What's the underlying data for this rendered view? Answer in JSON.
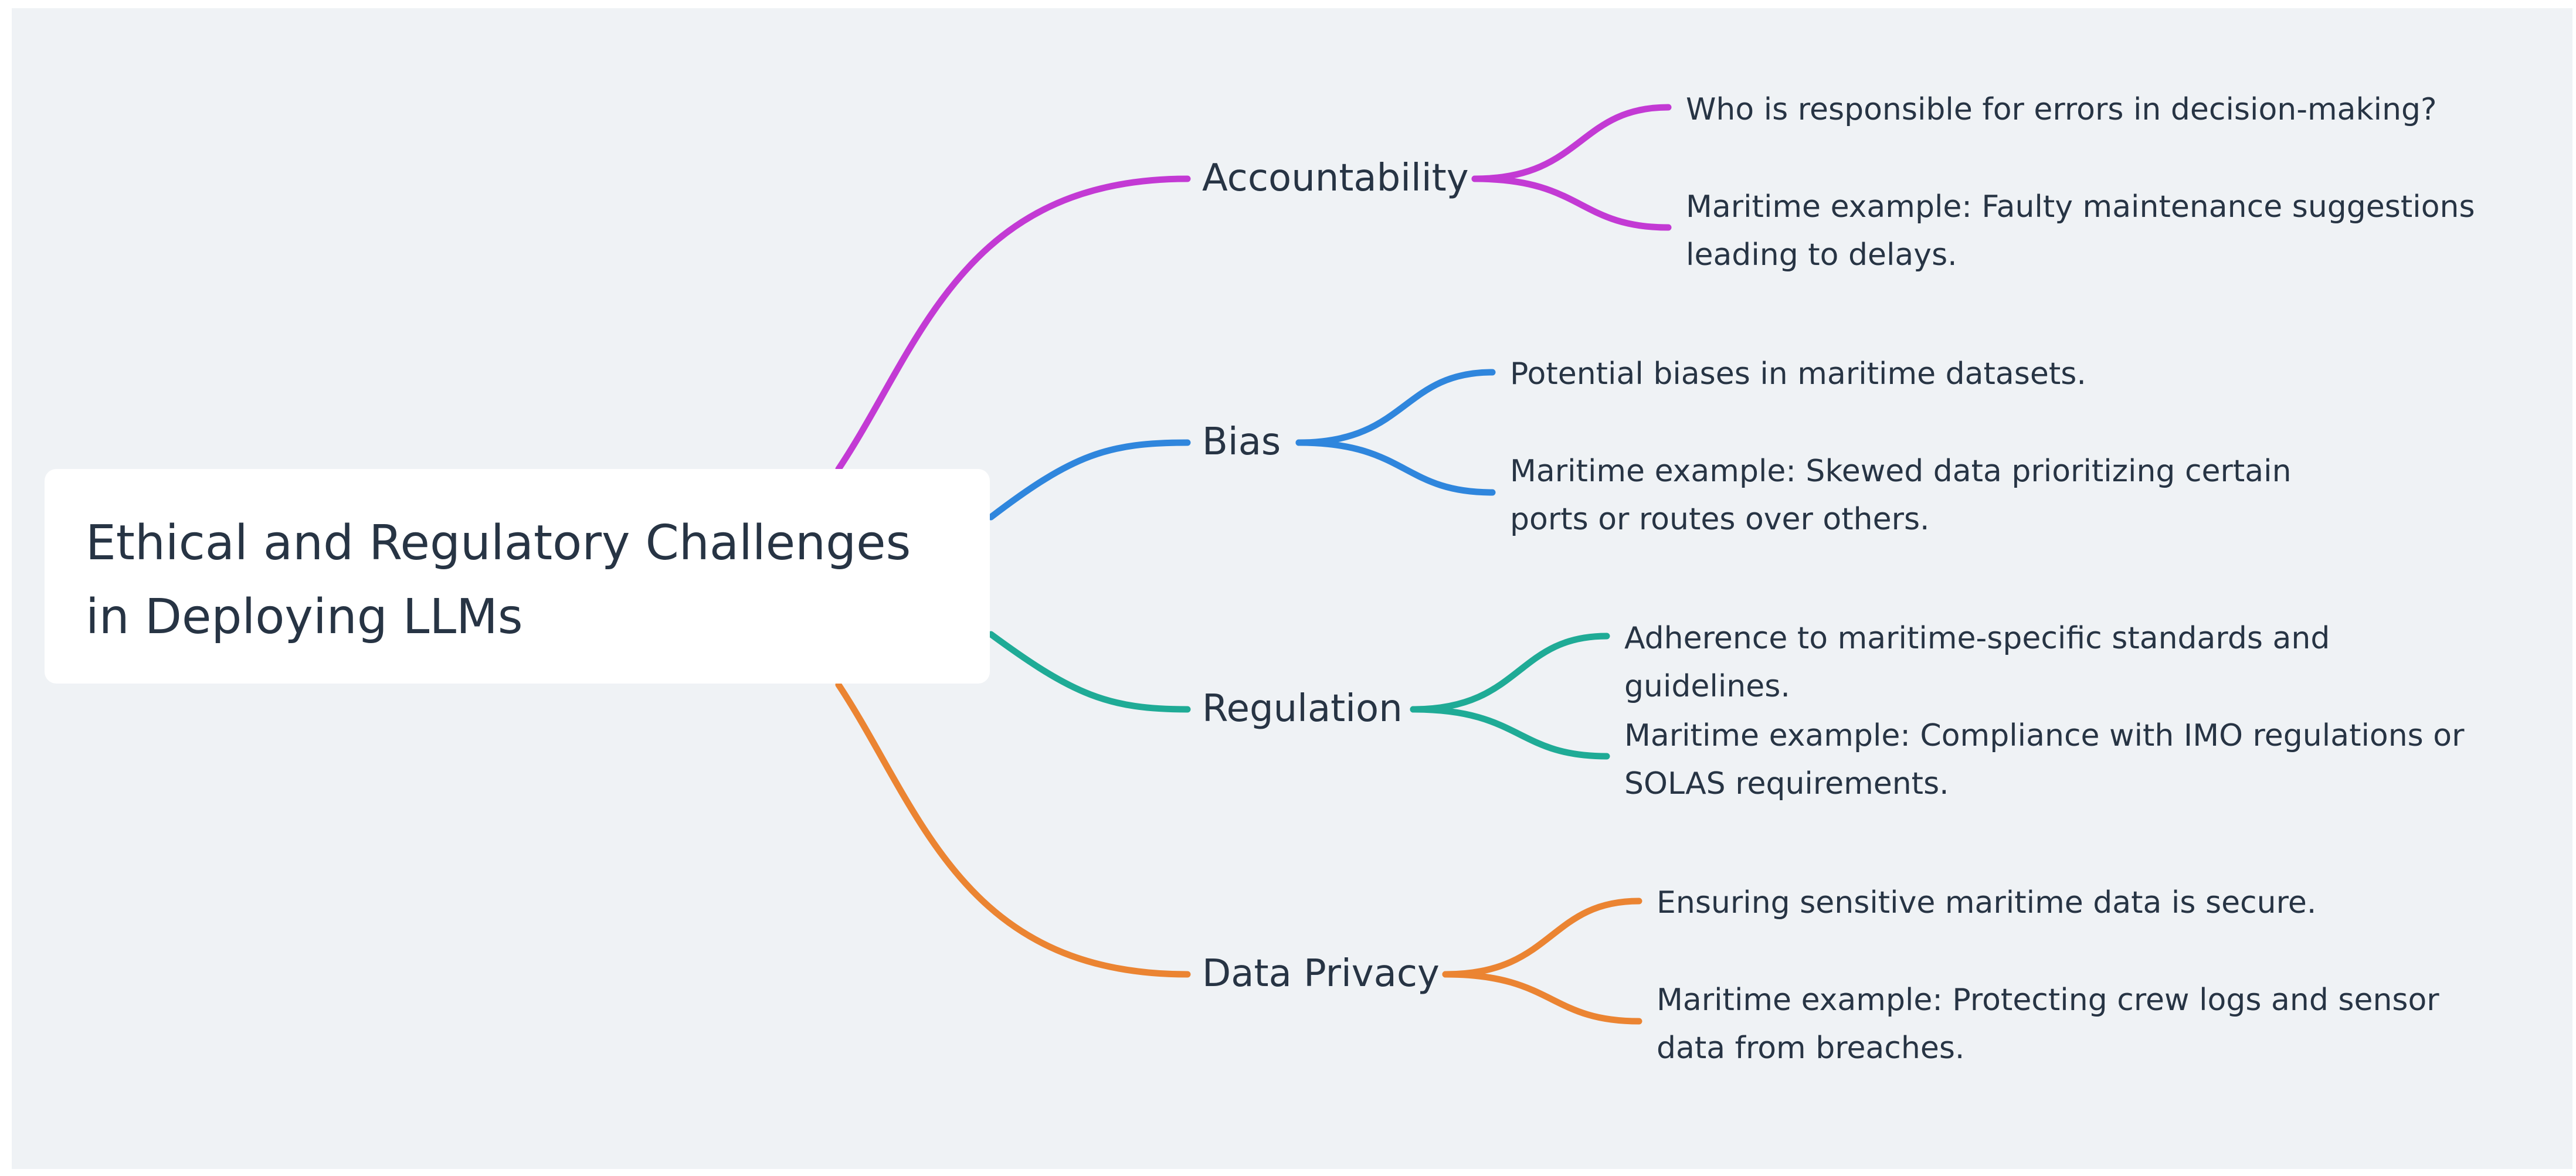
{
  "root": {
    "title": "Ethical and Regulatory Challenges in Deploying LLMs"
  },
  "branches": [
    {
      "label": "Accountability",
      "color": "#c33ad4",
      "items": [
        "Who is responsible for errors in decision-making?",
        "Maritime example: Faulty maintenance suggestions leading to delays."
      ]
    },
    {
      "label": "Bias",
      "color": "#2f86dd",
      "items": [
        "Potential biases in maritime datasets.",
        "Maritime example: Skewed data prioritizing certain ports or routes over others."
      ]
    },
    {
      "label": "Regulation",
      "color": "#1fab96",
      "items": [
        "Adherence to maritime-specific standards and guidelines.",
        "Maritime example: Compliance with IMO regulations or SOLAS requirements."
      ]
    },
    {
      "label": "Data Privacy",
      "color": "#eb8432",
      "items": [
        "Ensuring sensitive maritime data is secure.",
        "Maritime example: Protecting crew logs and sensor data from breaches."
      ]
    }
  ]
}
